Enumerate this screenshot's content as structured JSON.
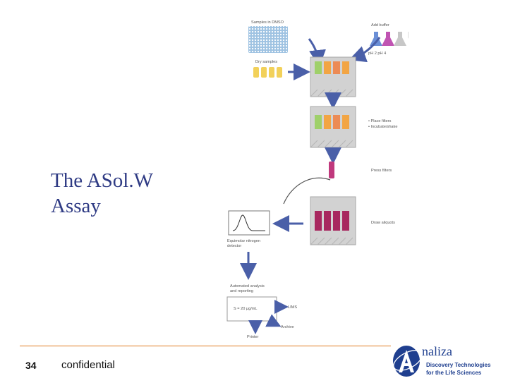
{
  "slide": {
    "title_lines": [
      "The ASol.W",
      "Assay"
    ],
    "page_number": "34",
    "footer_text": "confidential"
  },
  "diagram": {
    "labels": {
      "samples_dmso": "Samples in DMSO",
      "add_buffer": "Add buffer",
      "ph_values": "pH 2   pH 4",
      "dry_samples": "Dry samples",
      "place_filters": "• Place filters",
      "incubate": "• Incubate/shake",
      "press_filters": "Press filters",
      "draw_aliquots": "Draw aliquots",
      "detector_line1": "Equimolar nitrogen",
      "detector_line2": "detector",
      "automated_line1": "Automated analysis",
      "automated_line2": "and reporting",
      "result": "S = 20 µg/mL",
      "lims": "LIMS",
      "archive": "Archive",
      "printer": "Printer"
    }
  },
  "logo": {
    "brand": "naliza",
    "tagline_line1": "Discovery Technologies",
    "tagline_line2": "for the Life Sciences"
  },
  "colors": {
    "title": "#2f3b84",
    "footer_rule": "#e07a20",
    "arrow": "#4a5fa8",
    "logo_blue": "#1f3f8f"
  }
}
